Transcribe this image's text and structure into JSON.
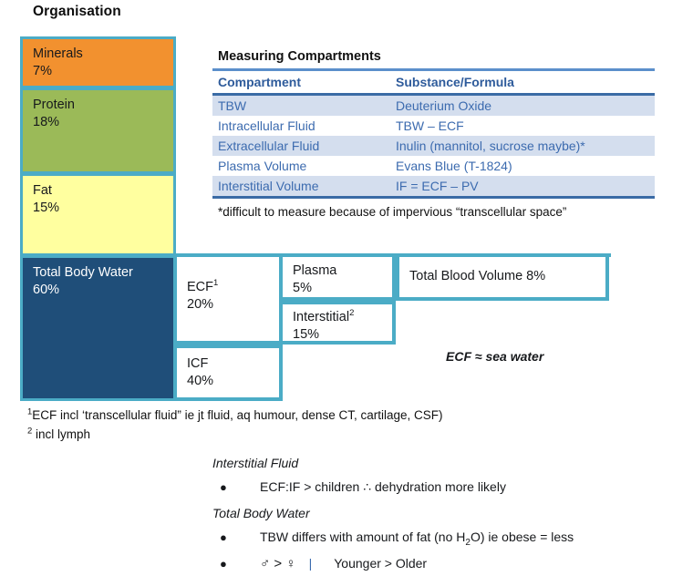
{
  "page_title": "Organisation",
  "composition": {
    "blocks": [
      {
        "label": "Minerals",
        "value": "7%",
        "color": "#F2912F",
        "name": "minerals"
      },
      {
        "label": "Protein",
        "value": "18%",
        "color": "#9BBA58",
        "name": "protein"
      },
      {
        "label": "Fat",
        "value": "15%",
        "color": "#FFFF9F",
        "name": "fat"
      },
      {
        "label": "Total Body Water",
        "value": "60%",
        "color": "#1F4E79",
        "name": "total-body-water"
      }
    ]
  },
  "subcompartments": {
    "ecf": {
      "label": "ECF",
      "footnote_mark": "1",
      "value": "20%"
    },
    "icf": {
      "label": "ICF",
      "footnote_mark": "",
      "value": "40%"
    },
    "plasma": {
      "label": "Plasma",
      "footnote_mark": "",
      "value": "5%"
    },
    "interstitial": {
      "label": "Interstitial",
      "footnote_mark": "2",
      "value": "15%"
    },
    "blood_volume": {
      "label": "Total Blood Volume 8%"
    }
  },
  "ecf_sea_note": "ECF ≈ sea water",
  "measuring": {
    "heading": "Measuring Compartments",
    "columns": [
      "Compartment",
      "Substance/Formula"
    ],
    "rows": [
      {
        "compartment": "TBW",
        "substance": "Deuterium Oxide"
      },
      {
        "compartment": "Intracellular Fluid",
        "substance": "TBW – ECF"
      },
      {
        "compartment": "Extracellular Fluid",
        "substance": "Inulin (mannitol, sucrose maybe)*"
      },
      {
        "compartment": "Plasma Volume",
        "substance": "Evans Blue (T-1824)"
      },
      {
        "compartment": "Interstitial Volume",
        "substance": "IF = ECF – PV"
      }
    ],
    "footnote": "*difficult to measure because of impervious “transcellular space”"
  },
  "diagram_footnotes": [
    {
      "mark": "1",
      "text": "ECF incl ‘transcellular fluid” ie jt fluid, aq humour, dense CT, cartilage, CSF)"
    },
    {
      "mark": "2",
      "text": " incl lymph"
    }
  ],
  "bottom_notes": [
    {
      "heading": "Interstitial Fluid",
      "bullets": [
        {
          "dot": "●",
          "text": "ECF:IF > children  ∴ dehydration more likely"
        }
      ]
    },
    {
      "heading": "Total Body Water",
      "bullets": [
        {
          "dot": "●",
          "text_before_sub": "TBW differs with amount of fat (no H",
          "sub": "2",
          "text_after_sub": "O) ie obese = less"
        },
        {
          "dot": "●",
          "male": "♂ > ♀",
          "pipe": "|",
          "age": "Younger > Older"
        }
      ]
    }
  ],
  "colors": {
    "teal_border": "#4BACC6",
    "navy": "#1F4E79",
    "table_blue_text": "#3C6BAF",
    "table_stripe": "#D4DEEE",
    "table_rule": "#3A6BA5"
  }
}
